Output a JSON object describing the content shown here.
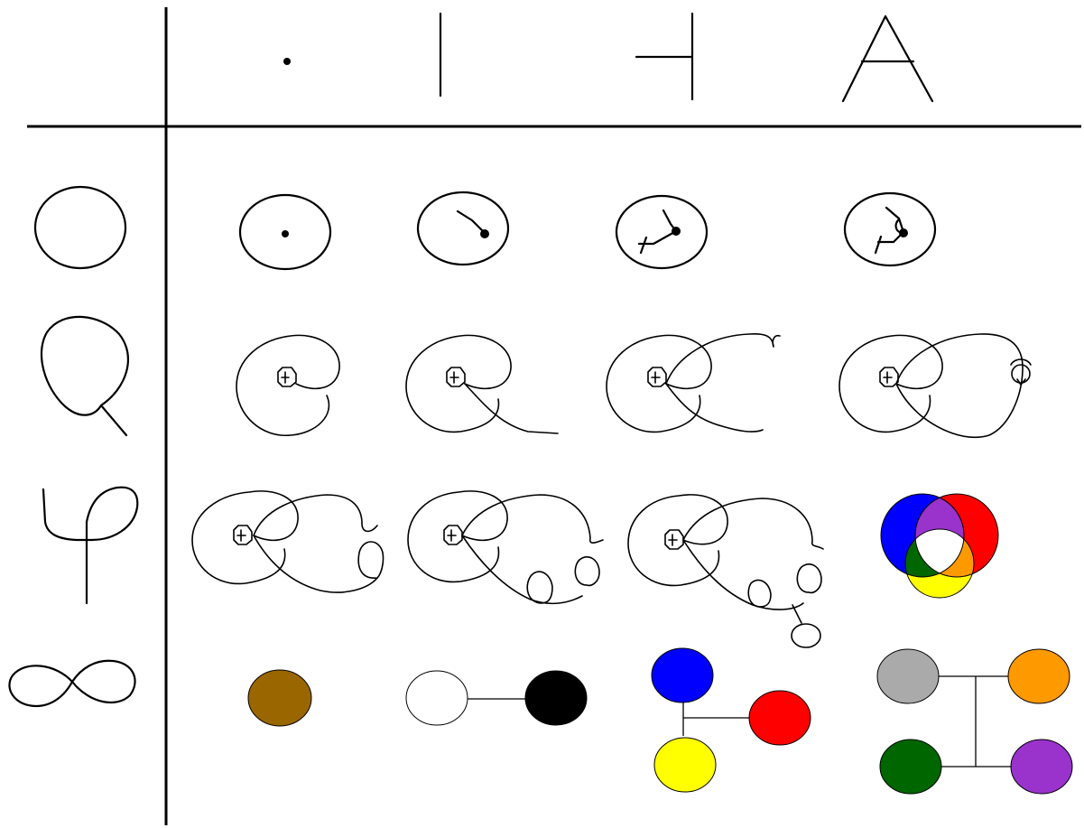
{
  "colors": {
    "brown": "#996600",
    "white": "#ffffff",
    "black": "#000000",
    "blue": "#0000ff",
    "red": "#ff0000",
    "yellow": "#ffff00",
    "gray": "#aaaaaa",
    "orange": "#ff9900",
    "green": "#006600",
    "purple": "#9933cc",
    "venn_blue_red": "#9933cc",
    "venn_blue_green": "#006600",
    "venn_red_green": "#ff9900",
    "venn_center": "#ffffff"
  },
  "grid": {
    "column_headers": [
      "dot-glyph",
      "vertical-line-glyph",
      "t-glyph",
      "a-glyph"
    ],
    "row_headers": [
      "circle-glyph",
      "q-glyph",
      "phi-glyph",
      "infinity-glyph"
    ]
  },
  "graph_rows": {
    "col1": {
      "nodes": [
        "brown"
      ]
    },
    "col2": {
      "nodes": [
        "white",
        "black"
      ],
      "edges": [
        [
          "white",
          "black"
        ]
      ]
    },
    "col3": {
      "nodes": [
        "blue",
        "red",
        "yellow"
      ],
      "edges": [
        [
          "blue",
          "yellow"
        ],
        [
          "red",
          "junction"
        ]
      ]
    },
    "col4": {
      "nodes": [
        "gray",
        "orange",
        "green",
        "purple"
      ],
      "edges": [
        [
          "gray",
          "orange"
        ],
        [
          "green",
          "purple"
        ],
        [
          "junction-top",
          "junction-bottom"
        ]
      ]
    }
  }
}
